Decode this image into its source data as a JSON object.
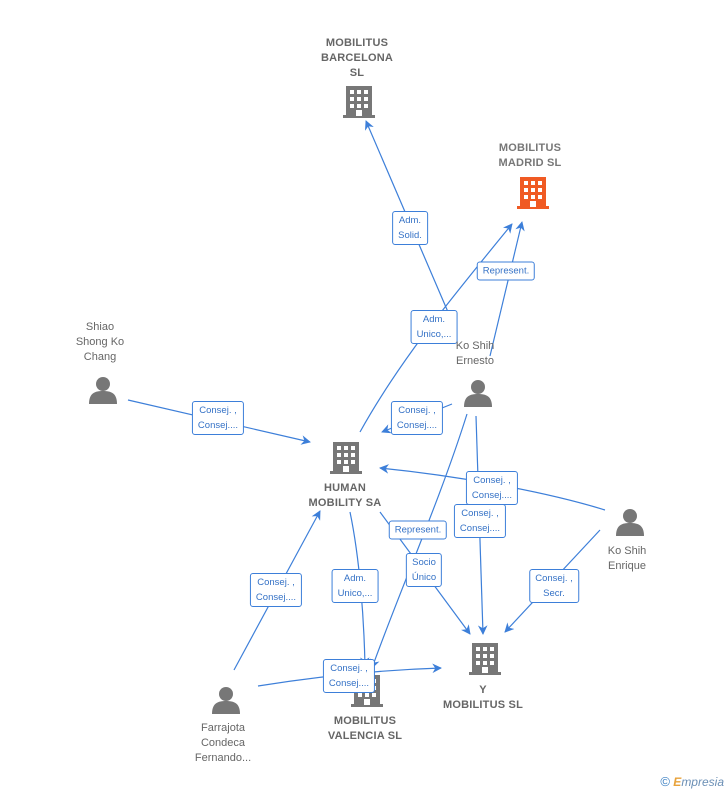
{
  "colors": {
    "edge": "#3d7fd9",
    "company": "#777777",
    "highlight": "#f05a23",
    "person": "#777777"
  },
  "nodes": [
    {
      "id": "barcelona",
      "type": "company",
      "label": "MOBILITUS\nBARCELONA\nSL",
      "icon": "building-icon"
    },
    {
      "id": "madrid",
      "type": "company",
      "label": "MOBILITUS\nMADRID  SL",
      "icon": "building-icon",
      "highlight": true
    },
    {
      "id": "human",
      "type": "company",
      "label": "HUMAN\nMOBILITY SA",
      "icon": "building-icon"
    },
    {
      "id": "ymob",
      "type": "company",
      "label": "Y\nMOBILITUS  SL",
      "icon": "building-icon"
    },
    {
      "id": "valencia",
      "type": "company",
      "label": "MOBILITUS\nVALENCIA  SL",
      "icon": "building-icon"
    },
    {
      "id": "shiao",
      "type": "person",
      "label": "Shiao\nShong Ko\nChang",
      "icon": "person-icon"
    },
    {
      "id": "ernesto",
      "type": "person",
      "label": "Ko Shih\nErnesto",
      "icon": "person-icon"
    },
    {
      "id": "enrique",
      "type": "person",
      "label": "Ko Shih\nEnrique",
      "icon": "person-icon"
    },
    {
      "id": "farrajota",
      "type": "person",
      "label": "Farrajota\nCondeca\nFernando...",
      "icon": "person-icon"
    }
  ],
  "edges": [
    {
      "label": "Adm.\nSolid."
    },
    {
      "label": "Represent."
    },
    {
      "label": "Adm.\nUnico,..."
    },
    {
      "label": "Consej. ,\nConsej...."
    },
    {
      "label": "Consej. ,\nConsej...."
    },
    {
      "label": "Consej. ,\nConsej...."
    },
    {
      "label": "Consej. ,\nConsej...."
    },
    {
      "label": "Represent."
    },
    {
      "label": "Socio\nÚnico"
    },
    {
      "label": "Consej. ,\nSecr."
    },
    {
      "label": "Consej. ,\nConsej...."
    },
    {
      "label": "Adm.\nUnico,..."
    },
    {
      "label": "Consej. ,\nConsej...."
    }
  ],
  "footer": {
    "symbol": "©",
    "brand_first": "E",
    "brand_rest": "mpresia"
  }
}
